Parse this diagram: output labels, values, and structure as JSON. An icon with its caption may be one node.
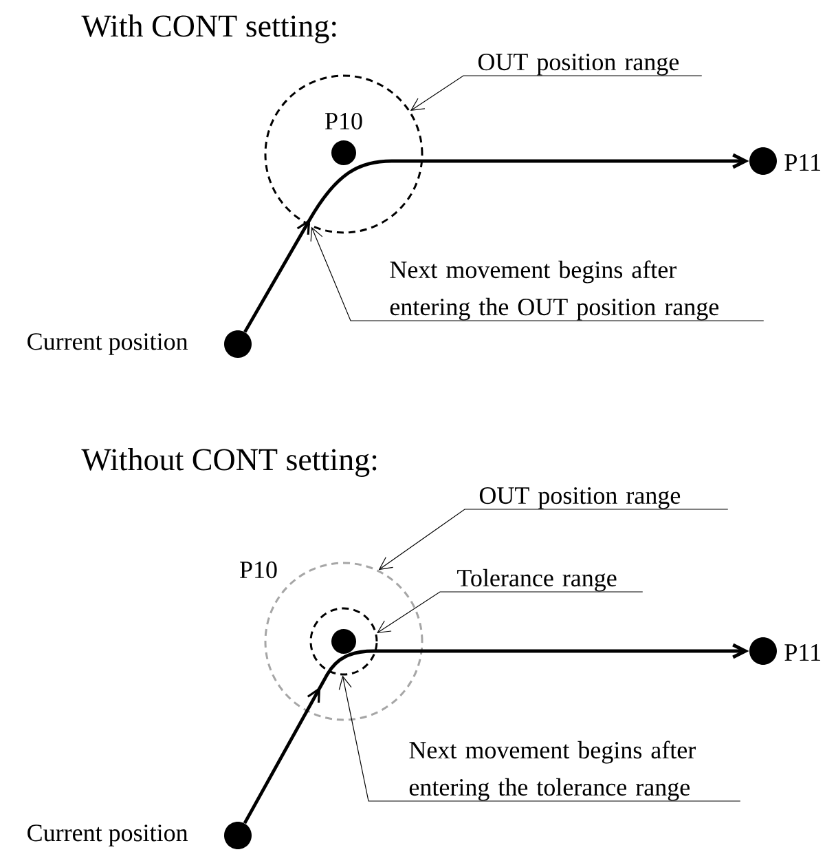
{
  "diagram": {
    "nodes": [
      {
        "text": [],
        "shape": "circle",
        "beside": [
          "Current position"
        ]
      },
      {
        "text": [],
        "shape": "circle"
      },
      {
        "text": [],
        "shape": "circle",
        "beside": [
          "P10"
        ],
        "in": 1
      },
      {
        "text": [],
        "shape": "circle",
        "beside": [
          "P11"
        ]
      },
      {
        "text": [
          "OUT position range"
        ]
      },
      {
        "text": [
          "Next movement begins after entering the OUT position range"
        ]
      },
      {
        "text": [],
        "shape": "circle",
        "beside": [
          "Current position"
        ]
      },
      {
        "text": [],
        "shape": "circle"
      },
      {
        "text": [],
        "shape": "circle",
        "in": 7
      },
      {
        "text": [],
        "shape": "circle",
        "in": 8
      },
      {
        "text": [],
        "shape": "circle",
        "beside": [
          "P11"
        ]
      },
      {
        "text": [
          "OUT position range"
        ]
      },
      {
        "text": [
          "Tolerance range"
        ]
      },
      {
        "text": [
          "Next movement begins after entering the tolerance range"
        ]
      }
    ],
    "edges": [
      {
        "from": 0,
        "to": 3,
        "arrow": "to",
        "style": "thick"
      },
      {
        "from": 4,
        "to": 1,
        "arrow": "to"
      },
      {
        "from": 5,
        "to": 1,
        "arrow": "to"
      },
      {
        "from": 6,
        "to": 10,
        "arrow": "to",
        "style": "thick"
      },
      {
        "from": 11,
        "to": 7,
        "arrow": "to"
      },
      {
        "from": 12,
        "to": 8,
        "arrow": "to"
      },
      {
        "from": 13,
        "to": 8,
        "arrow": "to"
      }
    ],
    "labels": [
      "With CONT setting:",
      "Without CONT setting:",
      "P10"
    ]
  }
}
